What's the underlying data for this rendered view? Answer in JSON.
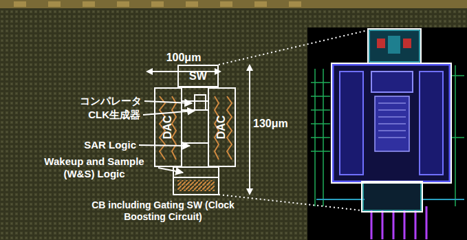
{
  "diagram": {
    "nodes": [
      {
        "text": [
          "SW"
        ]
      },
      {
        "text": [
          "DAC"
        ]
      },
      {
        "text": [
          "DAC"
        ]
      }
    ],
    "labels": [
      "100μm",
      "130μm",
      "コンパレータ",
      "CLK生成器",
      "SAR Logic",
      "Wakeup and Sample (W&S) Logic",
      "CB including Gating SW (Clock Boosting Circuit)"
    ]
  }
}
